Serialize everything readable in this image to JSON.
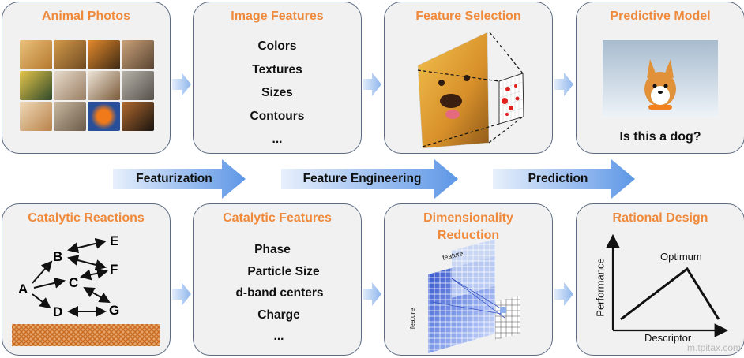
{
  "panels": {
    "animal_photos": {
      "title": "Animal Photos"
    },
    "image_features": {
      "title": "Image Features",
      "items": [
        "Colors",
        "Textures",
        "Sizes",
        "Contours",
        "..."
      ]
    },
    "feature_selection": {
      "title": "Feature Selection"
    },
    "predictive_model": {
      "title": "Predictive Model",
      "question": "Is this a dog?"
    },
    "catalytic_reactions": {
      "title": "Catalytic Reactions",
      "nodes": [
        "A",
        "B",
        "C",
        "D",
        "E",
        "F",
        "G"
      ]
    },
    "catalytic_features": {
      "title": "Catalytic Features",
      "items": [
        "Phase",
        "Particle Size",
        "d-band centers",
        "Charge",
        "..."
      ]
    },
    "dimensionality_reduction": {
      "title_line1": "Dimensionality",
      "title_line2": "Reduction",
      "axis_label_top": "feature",
      "axis_label_left": "feature"
    },
    "rational_design": {
      "title": "Rational Design",
      "ylabel": "Performance",
      "xlabel": "Descriptor",
      "peak_label": "Optimum"
    }
  },
  "process_arrows": {
    "featurization": "Featurization",
    "feature_engineering": "Feature Engineering",
    "prediction": "Prediction"
  },
  "watermark": "m.tpitax.com",
  "colors": {
    "title_orange": "#ef8a3c",
    "panel_fill": "#f1f1f1",
    "panel_border": "#5d6b82",
    "arrow_blue": "#6fa3e6",
    "grid_blue": "#4a6fd6",
    "substrate_orange": "#d9813a"
  }
}
